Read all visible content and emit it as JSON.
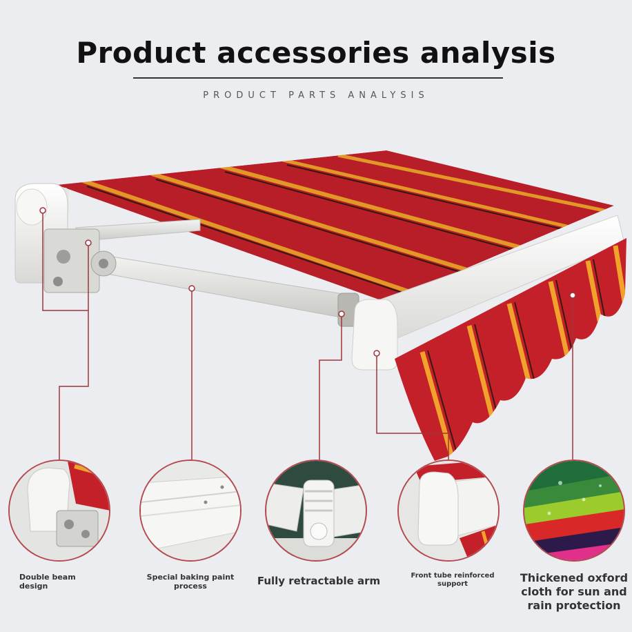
{
  "header": {
    "title": "Product accessories analysis",
    "subtitle": "PRODUCT PARTS ANALYSIS"
  },
  "features": [
    {
      "label": "Double beam design",
      "icon": "bracket-detail-icon"
    },
    {
      "label": "Special baking paint process",
      "icon": "painted-tube-detail-icon"
    },
    {
      "label": "Fully retractable arm",
      "icon": "arm-joint-detail-icon"
    },
    {
      "label": "Front tube reinforced support",
      "icon": "front-tube-detail-icon"
    },
    {
      "label": "Thickened oxford cloth for sun and rain protection",
      "icon": "fabric-swatches-icon"
    }
  ],
  "colors": {
    "fabric_red": "#c4202a",
    "stripe_yellow": "#f0a22a",
    "stripe_dark": "#3a1a10",
    "frame_white": "#f4f4f2",
    "callout_line": "#a0343a"
  }
}
